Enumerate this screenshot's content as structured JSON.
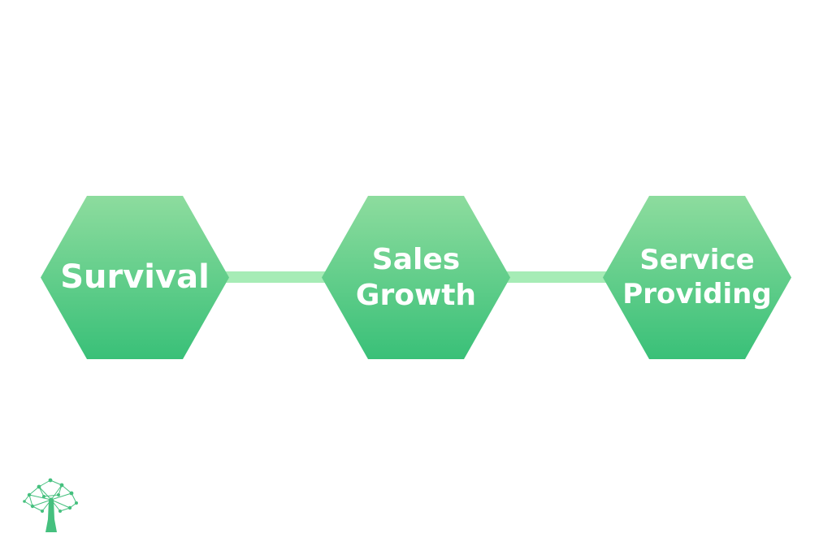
{
  "diagram": {
    "nodes": [
      {
        "label": "Survival"
      },
      {
        "label": "Sales\nGrowth"
      },
      {
        "label": "Service\nProviding"
      }
    ],
    "colors": {
      "hex_top": "#8ddc9e",
      "hex_bottom": "#39c078",
      "connector": "#a6ecb6",
      "label": "#ffffff",
      "logo": "#45c07e"
    }
  },
  "logo": {
    "icon": "tree-network-icon"
  }
}
